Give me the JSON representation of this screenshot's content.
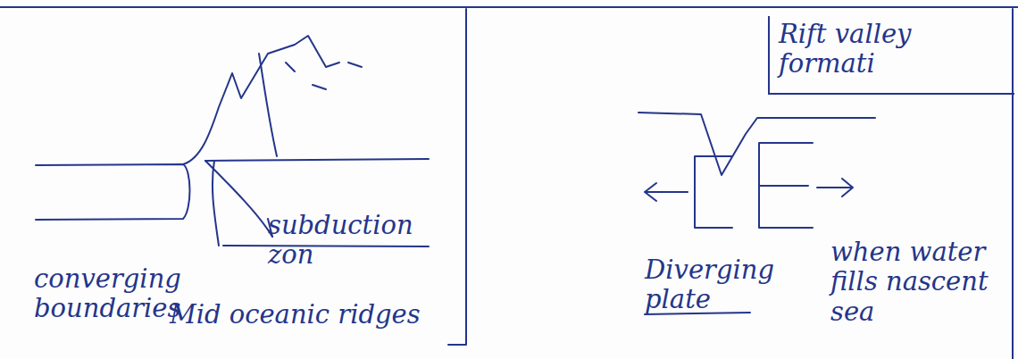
{
  "diagram": {
    "nodes": [
      {
        "text": [
          "Rift valley formati"
        ]
      }
    ],
    "labels": [
      "converging boundaries",
      "subduction zon",
      "Mid oceanic ridges",
      "Diverging plate",
      "when water fills nascent sea"
    ]
  }
}
